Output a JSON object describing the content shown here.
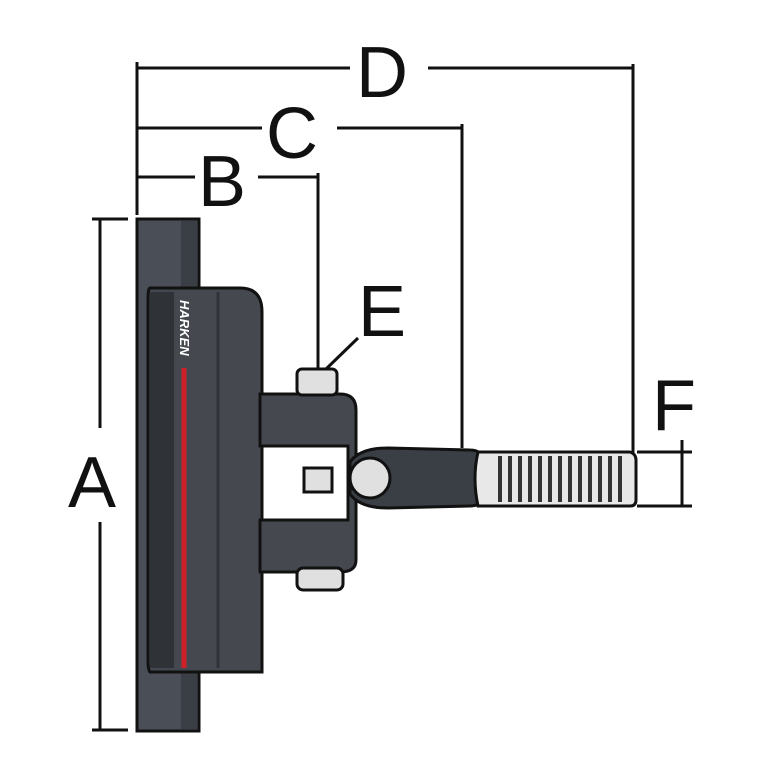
{
  "labels": {
    "A": "A",
    "B": "B",
    "C": "C",
    "D": "D",
    "E": "E",
    "F": "F"
  },
  "brand": "HARKEN",
  "colors": {
    "track": "#4a4f57",
    "track_shade": "#3a3e45",
    "car": "#45494f",
    "car_dark": "#2f3237",
    "red_stripe": "#d0202a",
    "steel": "#e0e0e0",
    "outline": "#111111",
    "background": "#ffffff"
  }
}
